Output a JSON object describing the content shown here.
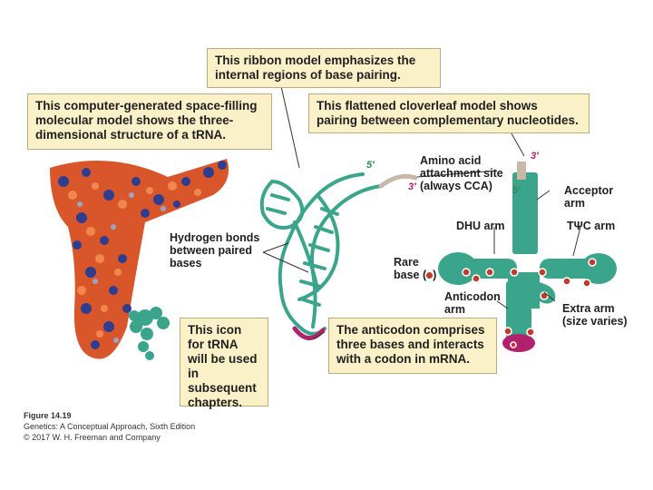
{
  "callouts": {
    "ribbon": "This ribbon model emphasizes the internal regions of base pairing.",
    "spacefill": "This computer-generated space-filling molecular model shows the three-dimensional structure of a tRNA.",
    "cloverleaf": "This flattened cloverleaf model shows pairing between complementary nucleotides.",
    "icon": "This icon for tRNA will be used in subsequent chapters.",
    "anticodon": "The anticodon comprises three bases and interacts with a codon in mRNA."
  },
  "labels": {
    "hydrogen_bonds": "Hydrogen bonds\nbetween paired\nbases",
    "amino_acid_site": "Amino acid\nattachment site\n(always CCA)",
    "acceptor_arm": "Acceptor\narm",
    "dhu_arm": "DHU arm",
    "tpsic_arm": "TΨC arm",
    "rare_base": "Rare\nbase (",
    "rare_base_close": ")",
    "anticodon_arm": "Anticodon\narm",
    "extra_arm": "Extra arm\n(size varies)",
    "five_prime_ribbon": "5′",
    "three_prime_ribbon": "3′",
    "three_prime_clover": "3′",
    "five_prime_clover": "5′"
  },
  "caption": {
    "figure": "Figure 14.19",
    "book": "Genetics: A Conceptual Approach, Sixth Edition",
    "copyright": "© 2017 W. H. Freeman and Company"
  },
  "colors": {
    "ribbon": "#3aa58a",
    "anticodon_loop": "#b0226b",
    "cca_tail": "#c9b8a6",
    "rare_base": "#c0392b",
    "callout_bg": "#fbf1c8"
  }
}
